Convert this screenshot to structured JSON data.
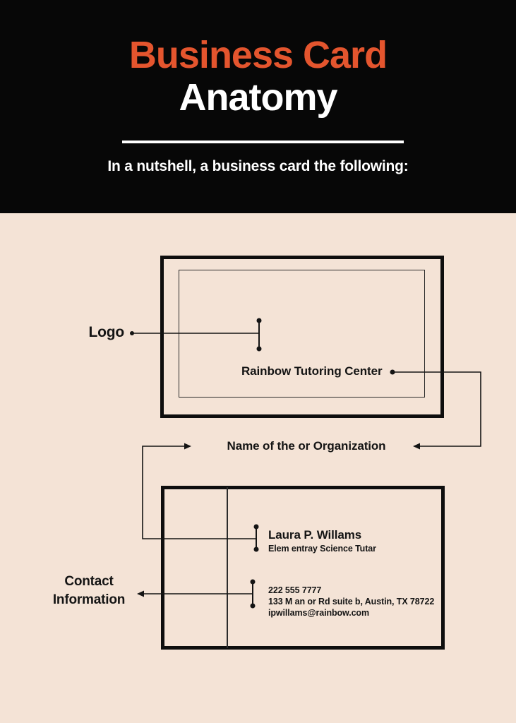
{
  "colors": {
    "accent": "#E4552E",
    "header_bg": "#070707",
    "body_bg": "#F4E3D6",
    "ink": "#141414"
  },
  "header": {
    "title_accent": "Business Card",
    "title_rest": "Anatomy",
    "subtitle": "In a nutshell, a business card the following:"
  },
  "labels": {
    "logo": "Logo",
    "organization": "Name of the or Organization",
    "contact": "Contact Information"
  },
  "card_front": {
    "company": "Rainbow Tutoring Center"
  },
  "card_back": {
    "name": "Laura P. Willams",
    "role": "Elem entray Science Tutar",
    "phone": "222 555 7777",
    "address": "133 M an or Rd suite b, Austin, TX 78722",
    "email": "ipwillams@rainbow.com"
  }
}
